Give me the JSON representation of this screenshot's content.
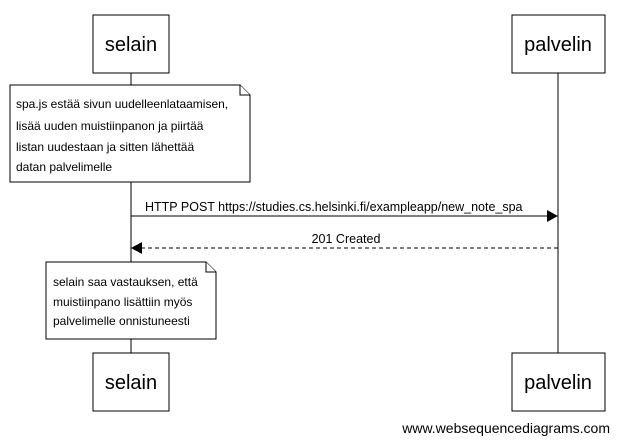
{
  "participants": {
    "left": "selain",
    "right": "palvelin"
  },
  "notes": {
    "first": {
      "lines": [
        "spa.js estää sivun uudelleenlataamisen,",
        "lisää uuden muistiinpanon ja piirtää",
        "listan uudestaan ja sitten lähettää",
        "datan palvelimelle"
      ]
    },
    "second": {
      "lines": [
        "selain saa vastauksen, että",
        "muistiinpano lisättiin myös",
        "palvelimelle onnistuneesti"
      ]
    }
  },
  "messages": [
    {
      "label": "HTTP POST https://studies.cs.helsinki.fi/exampleapp/new_note_spa",
      "style": "solid"
    },
    {
      "label": "201 Created",
      "style": "dashed"
    }
  ],
  "watermark": "www.websequencediagrams.com"
}
